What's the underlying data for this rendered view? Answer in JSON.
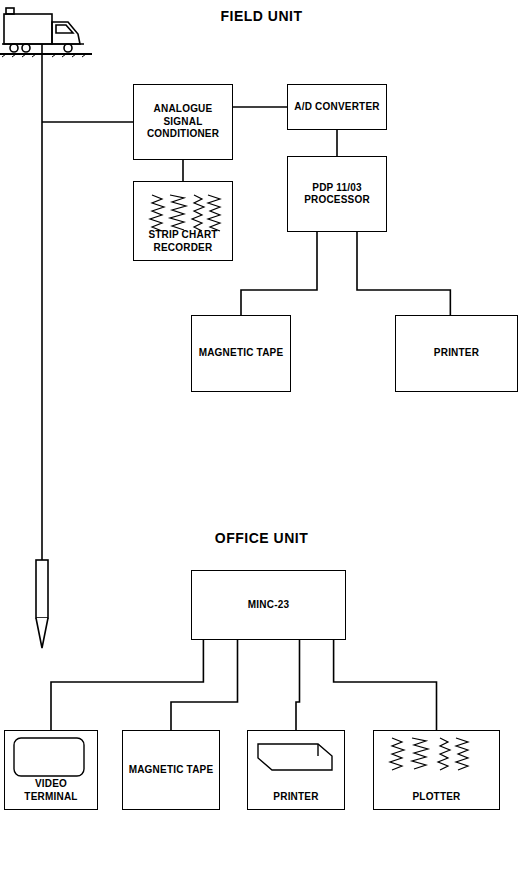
{
  "diagram": {
    "title": "FIELD UNIT",
    "nodes": [
      {
        "text": [
          "ANALOGUE SIGNAL CONDITIONER"
        ]
      },
      {
        "text": [
          "A/D CONVERTER"
        ]
      },
      {
        "text": [
          "STRIP CHART RECORDER"
        ]
      },
      {
        "text": [
          "PDP 11/03 PROCESSOR"
        ]
      },
      {
        "text": [
          "MAGNETIC TAPE"
        ]
      },
      {
        "text": [
          "PRINTER"
        ]
      },
      {
        "text": [
          "MINC-23"
        ]
      },
      {
        "text": [
          "VIDEO TERMINAL"
        ]
      },
      {
        "text": [
          "MAGNETIC TAPE"
        ]
      },
      {
        "text": [
          "PRINTER"
        ]
      },
      {
        "text": [
          "PLOTTER"
        ]
      }
    ],
    "edges": [
      {
        "from": 0,
        "to": 1,
        "arrow": "none"
      },
      {
        "from": 0,
        "to": 2,
        "arrow": "none"
      },
      {
        "from": 1,
        "to": 3,
        "arrow": "none"
      },
      {
        "from": 3,
        "to": 4,
        "arrow": "none"
      },
      {
        "from": 3,
        "to": 5,
        "arrow": "none"
      },
      {
        "from": 6,
        "to": 7,
        "arrow": "none"
      },
      {
        "from": 6,
        "to": 8,
        "arrow": "none"
      },
      {
        "from": 6,
        "to": 9,
        "arrow": "none"
      },
      {
        "from": 6,
        "to": 10,
        "arrow": "none"
      }
    ],
    "labels": [
      "OFFICE UNIT"
    ]
  }
}
